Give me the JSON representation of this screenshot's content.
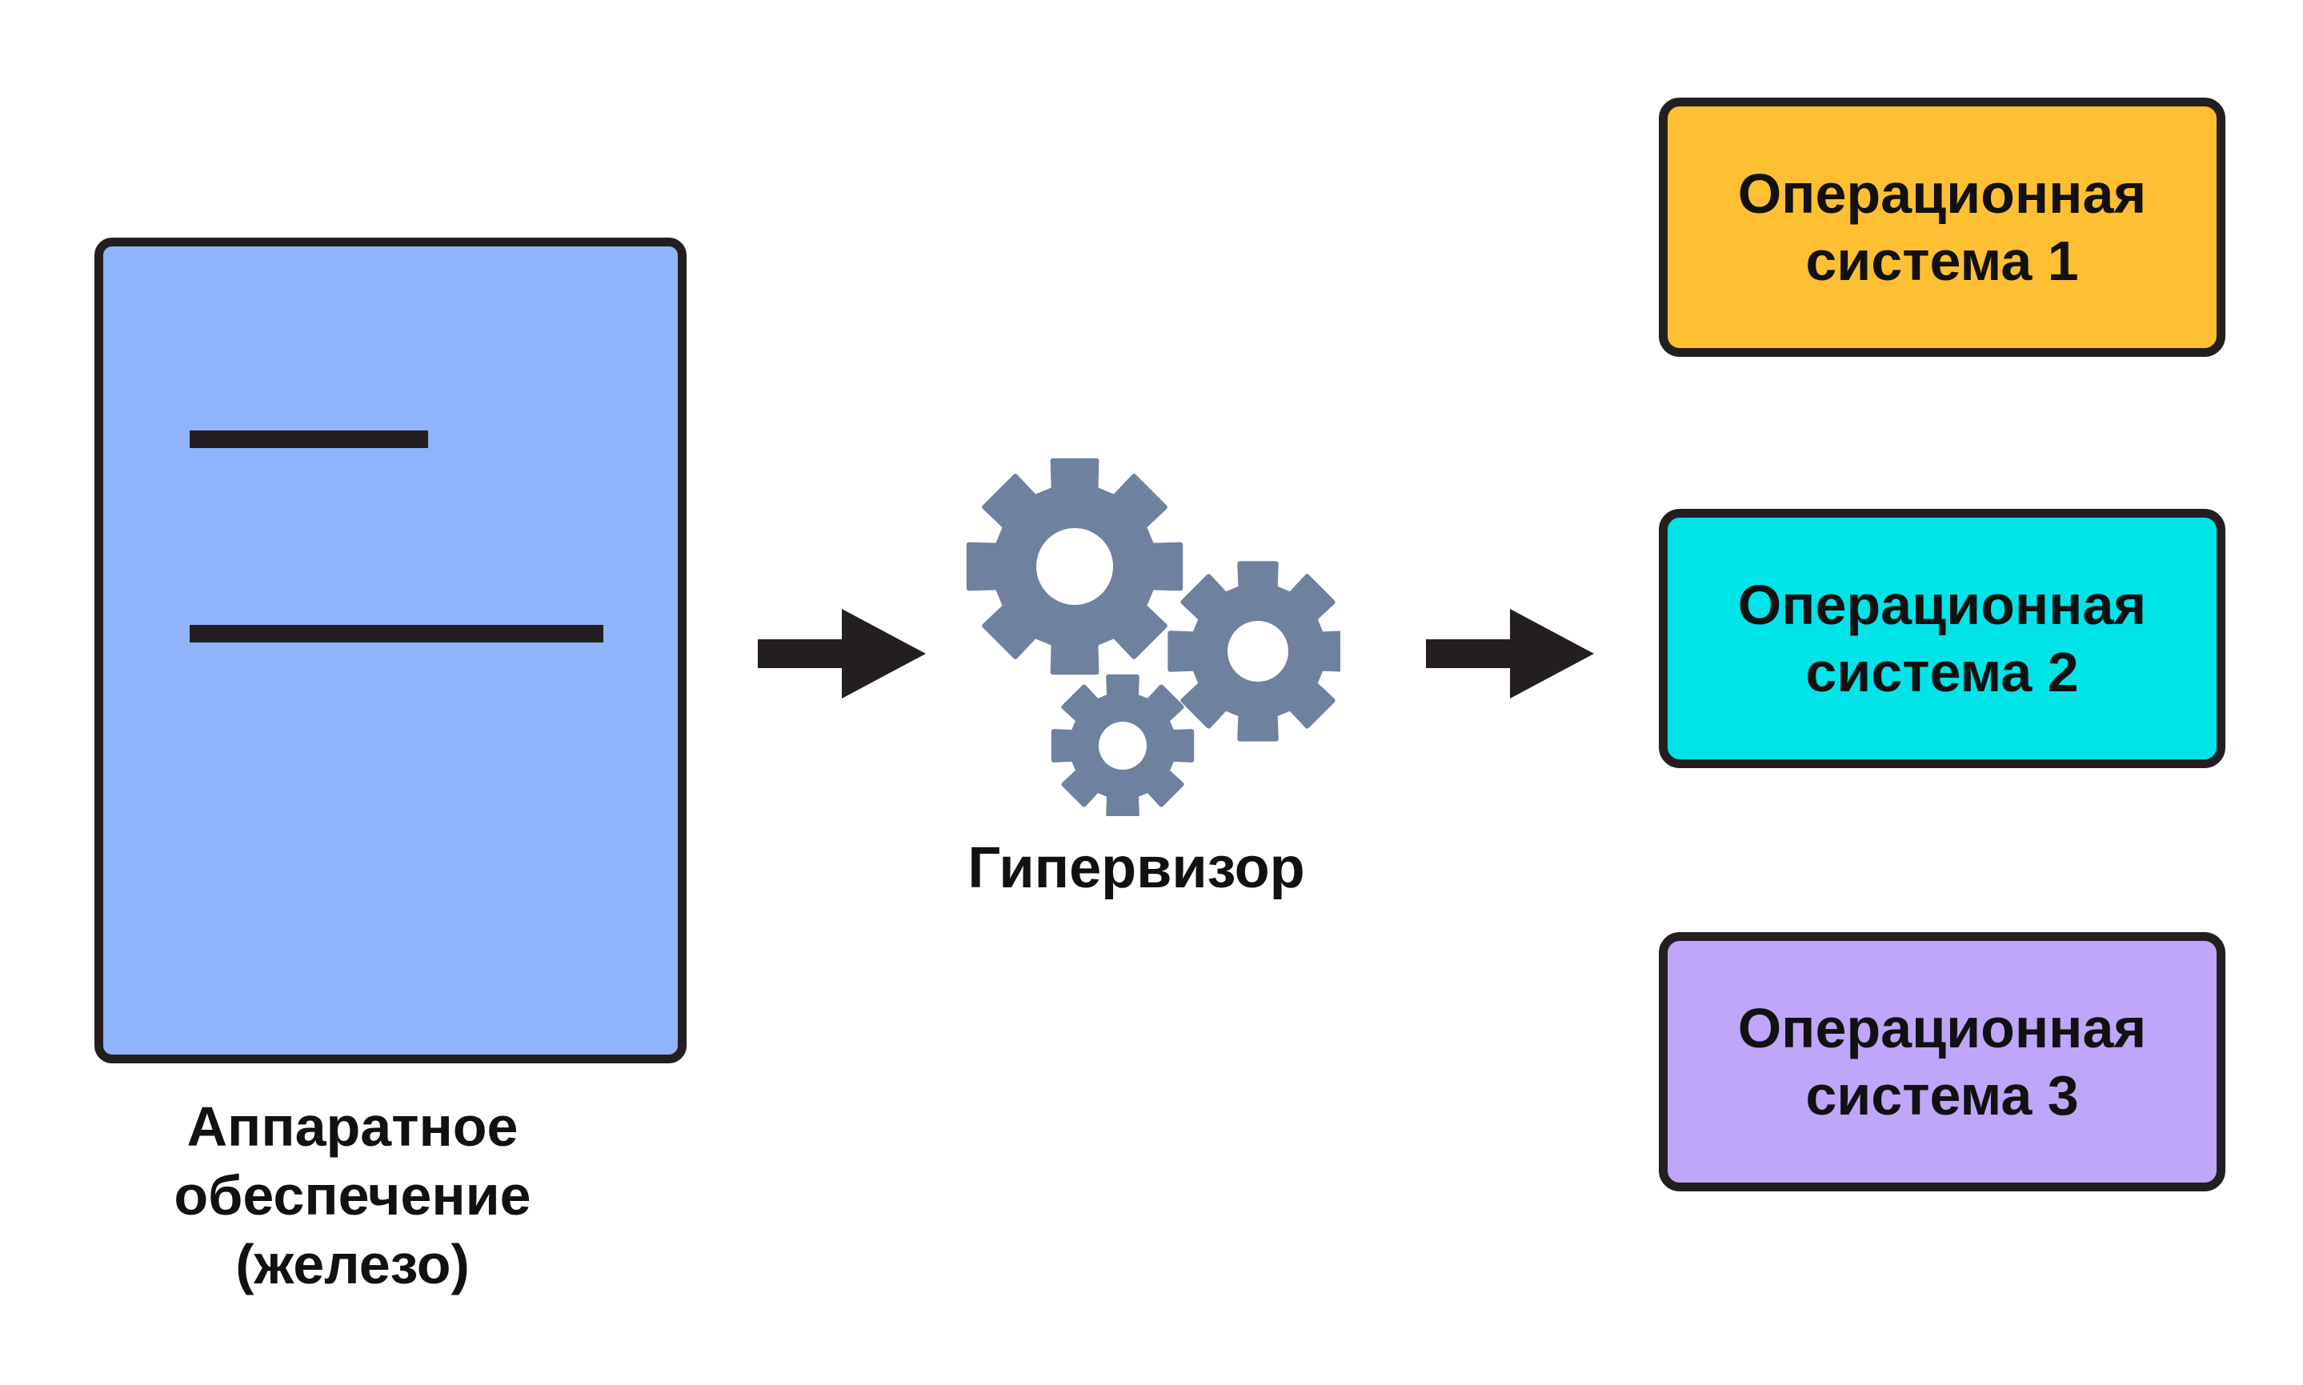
{
  "hardware": {
    "label_line1": "Аппаратное",
    "label_line2": "обеспечение",
    "label_line3": "(железо)",
    "icon": "hardware-document-icon",
    "color": "#8fb4fc"
  },
  "hypervisor": {
    "label": "Гипервизор",
    "icon": "gears-icon",
    "color": "#6e819e"
  },
  "arrows": {
    "icon": "right-arrow-icon",
    "color": "#231f20"
  },
  "os_boxes": [
    {
      "line1": "Операционная",
      "line2": "система 1",
      "color": "#ffbf33"
    },
    {
      "line1": "Операционная",
      "line2": "система 2",
      "color": "#00e4e8"
    },
    {
      "line1": "Операционная",
      "line2": "система 3",
      "color": "#bfa6fb"
    }
  ]
}
